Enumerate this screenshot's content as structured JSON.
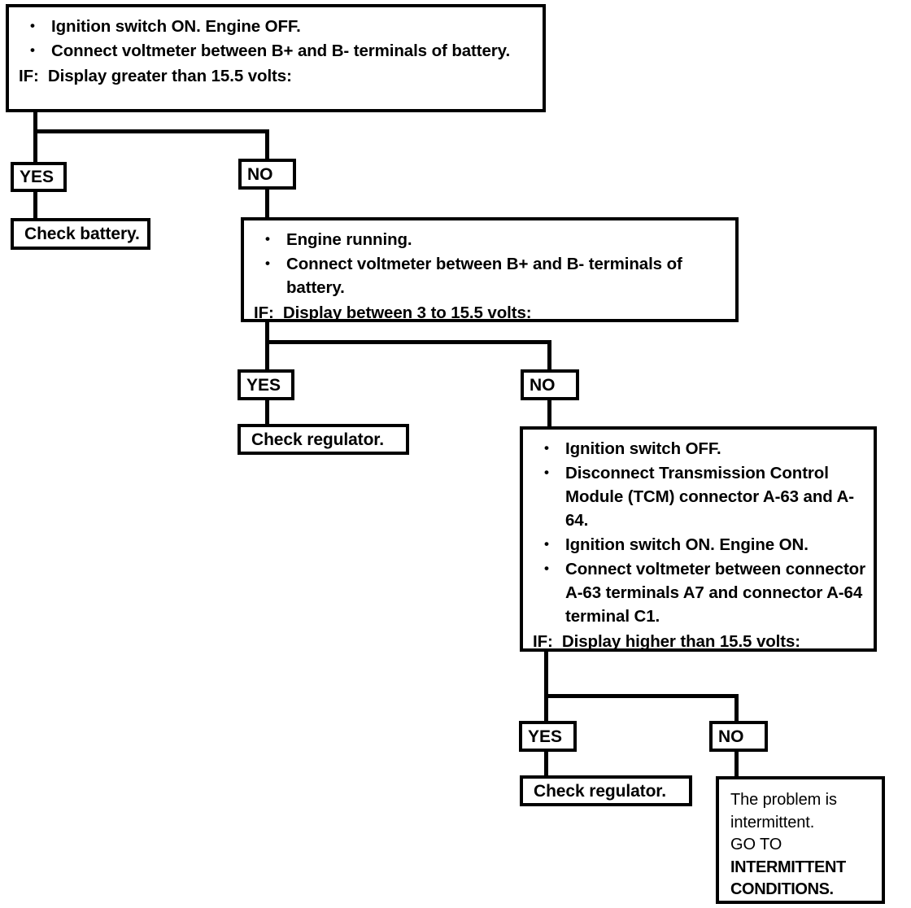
{
  "diagram": {
    "title": "Charging system voltage diagnostic flowchart",
    "line_color": "#000000",
    "background_color": "#ffffff"
  },
  "step1": {
    "bullets": [
      "Ignition switch ON.  Engine OFF.",
      "Connect voltmeter between B+ and B- terminals of battery."
    ],
    "condition": "IF:  Display greater than 15.5 volts:"
  },
  "branch1": {
    "yes_label": "YES",
    "no_label": "NO",
    "yes_action": "Check battery."
  },
  "step2": {
    "bullets": [
      "Engine running.",
      "Connect voltmeter between B+ and B- terminals of battery."
    ],
    "condition": "IF:  Display between 3 to 15.5 volts:"
  },
  "branch2": {
    "yes_label": "YES",
    "no_label": "NO",
    "yes_action": "Check regulator."
  },
  "step3": {
    "bullets": [
      "Ignition switch OFF.",
      "Disconnect Transmission Control Module (TCM) connector A-63 and A-64.",
      "Ignition switch ON.  Engine ON.",
      "Connect voltmeter between connector A-63 terminals A7 and connector A-64 terminal C1."
    ],
    "condition": "IF:  Display higher than 15.5 volts:"
  },
  "branch3": {
    "yes_label": "YES",
    "no_label": "NO",
    "yes_action": "Check regulator."
  },
  "terminal": {
    "line1": "The problem is",
    "line2": "intermittent.",
    "line3": "GO TO",
    "line4": "INTERMITTENT",
    "line5": "CONDITIONS."
  }
}
